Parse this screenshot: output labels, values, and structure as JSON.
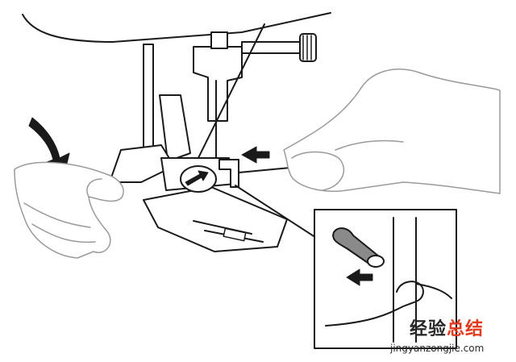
{
  "watermark": {
    "text_dark": "经验",
    "text_red": "总结",
    "url": "jingyanzongjie.com"
  },
  "colors": {
    "line": "#1a1a1a",
    "hand_outline": "#9a9a9a",
    "watermark_red": "#e23a1f"
  },
  "icons": [
    "down-curved-arrow-icon",
    "left-arrow-icon",
    "needle-threader-hook-icon"
  ]
}
